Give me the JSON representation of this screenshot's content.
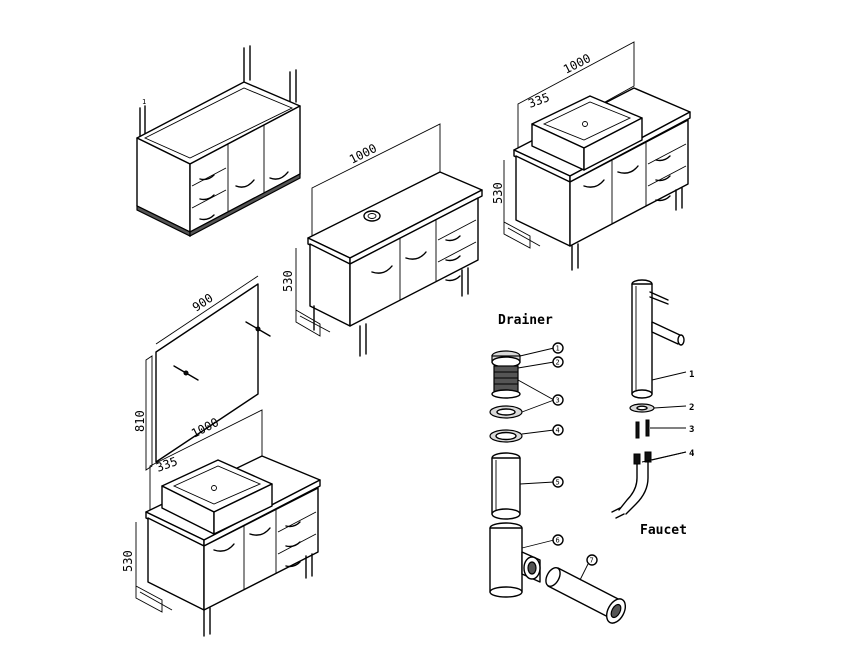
{
  "cabinet_top_left": {
    "dim_marker": "1"
  },
  "cabinet_center": {
    "width": "1000",
    "height": "530"
  },
  "cabinet_top_right": {
    "width": "1000",
    "basin_width": "335",
    "height": "530"
  },
  "mirror": {
    "width": "900",
    "height": "810"
  },
  "cabinet_bottom_left": {
    "width": "1000",
    "basin_width": "335",
    "height": "530"
  },
  "drainer": {
    "title": "Drainer",
    "callouts": [
      "1",
      "2",
      "3",
      "4",
      "5",
      "6",
      "7"
    ]
  },
  "faucet": {
    "title": "Faucet",
    "callouts": [
      "1",
      "2",
      "3",
      "4"
    ]
  }
}
